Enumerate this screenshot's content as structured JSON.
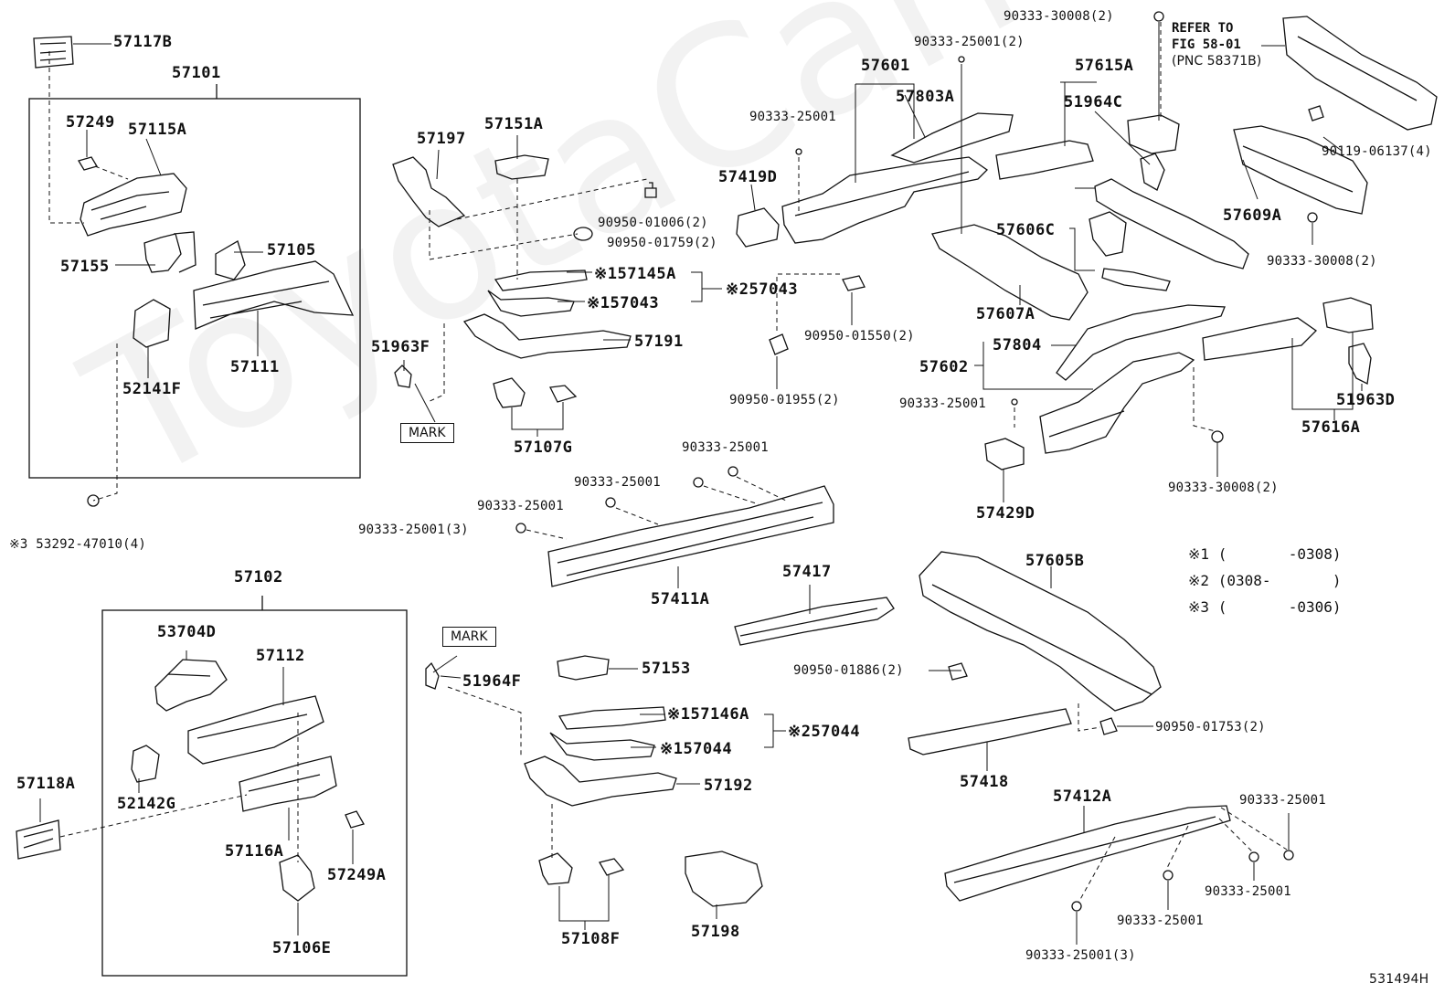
{
  "watermark": "ToyotaCarMirror",
  "figure_code": "531494H",
  "refer_note": {
    "line1": "REFER TO",
    "line2": "FIG 58-01",
    "line3": "(PNC 58371B)"
  },
  "mark_labels": [
    "MARK",
    "MARK"
  ],
  "notes": [
    {
      "key": "※1",
      "range": "(       -0308)"
    },
    {
      "key": "※2",
      "range": "(0308-       )"
    },
    {
      "key": "※3",
      "range": "(       -0306)"
    }
  ],
  "big_labels": {
    "p57117B": "57117B",
    "p57101": "57101",
    "p57249": "57249",
    "p57115A": "57115A",
    "p57155": "57155",
    "p57105": "57105",
    "p57111": "57111",
    "p52141F": "52141F",
    "p57197": "57197",
    "p57151A": "57151A",
    "p1_57145A": "※157145A",
    "p2_57043": "※257043",
    "p1_57043": "※157043",
    "p57191": "57191",
    "p51963F": "51963F",
    "p57107G": "57107G",
    "p57102": "57102",
    "p53704D": "53704D",
    "p57112": "57112",
    "p52142G": "52142G",
    "p57118A": "57118A",
    "p57116A": "57116A",
    "p57249A": "57249A",
    "p57106E": "57106E",
    "p57411A": "57411A",
    "p57417": "57417",
    "p51964F": "51964F",
    "p57153": "57153",
    "p1_57146A": "※157146A",
    "p2_57044": "※257044",
    "p1_57044": "※157044",
    "p57192": "57192",
    "p57108F": "57108F",
    "p57198": "57198",
    "p57601": "57601",
    "p57803A": "57803A",
    "p57419D": "57419D",
    "p57615A": "57615A",
    "p51964C": "51964C",
    "p57606C": "57606C",
    "p57607A": "57607A",
    "p57609A": "57609A",
    "p57804": "57804",
    "p57602": "57602",
    "p57616A": "57616A",
    "p51963D": "51963D",
    "p57429D": "57429D",
    "p57605B": "57605B",
    "p57418": "57418",
    "p57412A": "57412A"
  },
  "small_labels": {
    "f53292": "※3 53292-47010(4)",
    "f90950_01006": "90950-01006(2)",
    "f90950_01759": "90950-01759(2)",
    "f90333_25001_a": "90333-25001",
    "f90333_25001_2": "90333-25001(2)",
    "f90333_30008_top": "90333-30008(2)",
    "f90119": "90119-06137(4)",
    "f90333_30008_r": "90333-30008(2)",
    "f90950_01550": "90950-01550(2)",
    "f90950_01955": "90950-01955(2)",
    "f90333_25001_b": "90333-25001",
    "f90333_30008_b": "90333-30008(2)",
    "f90333_25001_c": "90333-25001",
    "f90333_25001_d": "90333-25001",
    "f90333_25001_e": "90333-25001",
    "f90333_25001_3a": "90333-25001(3)",
    "f90950_01886": "90950-01886(2)",
    "f90950_01753": "90950-01753(2)",
    "f90333_25001_f": "90333-25001",
    "f90333_25001_g": "90333-25001",
    "f90333_25001_h": "90333-25001",
    "f90333_25001_3b": "90333-25001(3)"
  }
}
